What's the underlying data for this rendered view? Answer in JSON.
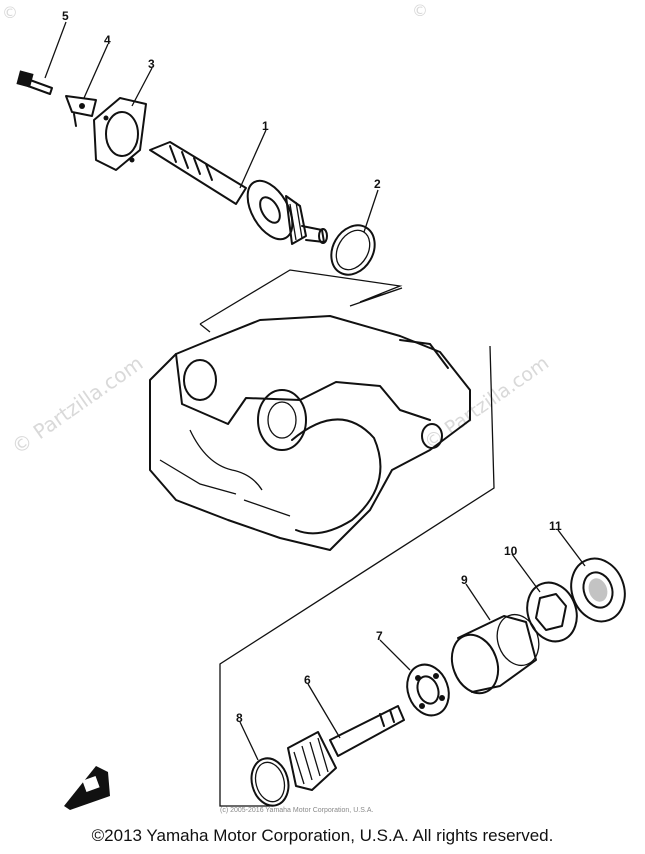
{
  "watermarks": {
    "left": "© Partzilla.com",
    "right": "© Partzilla.com",
    "top_right": "©"
  },
  "part_numbers": [
    "1",
    "2",
    "3",
    "4",
    "5",
    "6",
    "7",
    "8",
    "9",
    "10",
    "11"
  ],
  "fine_print": "(c) 2005-2016 Yamaha Motor Corporation, U.S.A.",
  "copyright": "©2013 Yamaha Motor Corporation, U.S.A. All rights reserved.",
  "colors": {
    "ink": "#111111",
    "watermark": "#d9d9d9",
    "background": "#ffffff"
  }
}
